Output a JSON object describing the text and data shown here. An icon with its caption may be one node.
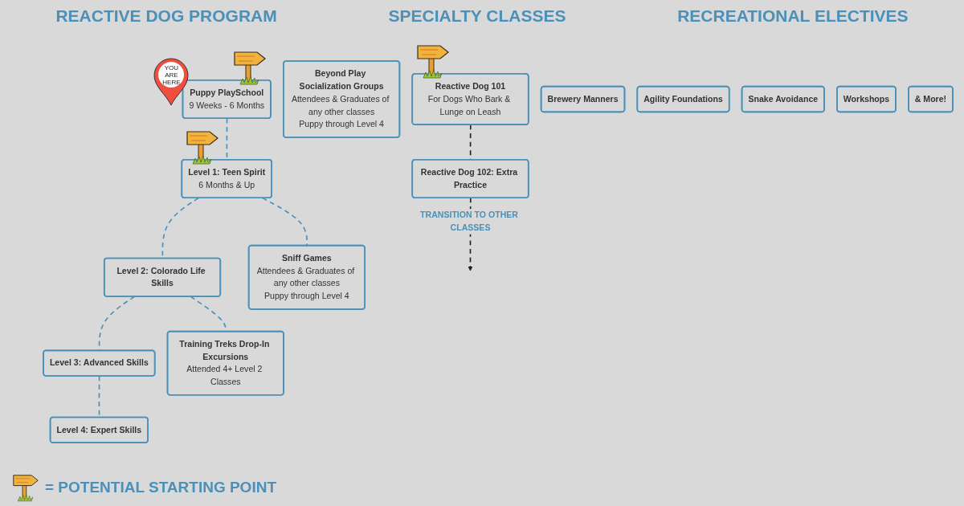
{
  "diagram": {
    "nodes": [
      {
        "text": [
          "Puppy PlaySchool",
          "9 Weeks - 6 Months"
        ],
        "beside": [
          "YOU ARE HERE"
        ]
      },
      {
        "text": [
          "Level 1: Teen Spirit",
          "6 Months & Up"
        ]
      },
      {
        "text": [
          "Level 2: Colorado Life Skills"
        ]
      },
      {
        "text": [
          "Level 3: Advanced Skills"
        ]
      },
      {
        "text": [
          "Level 4: Expert Skills"
        ]
      },
      {
        "text": [
          "Sniff Games",
          "Attendees & Graduates of any other classes",
          "Puppy through Level 4"
        ]
      },
      {
        "text": [
          "Beyond Play Socialization Groups",
          "Attendees & Graduates of any other classes",
          "Puppy through Level 4"
        ]
      },
      {
        "text": [
          "Training Treks Drop-In Excursions",
          "Attended 4+ Level 2 Classes"
        ]
      },
      {
        "text": [
          "Reactive Dog 101",
          "For Dogs Who Bark & Lunge on Leash"
        ]
      },
      {
        "text": [
          "Reactive Dog 102: Extra Practice"
        ]
      },
      {
        "text": [
          "Brewery Manners"
        ]
      },
      {
        "text": [
          "Agility Foundations"
        ]
      },
      {
        "text": [
          "Snake Avoidance"
        ]
      },
      {
        "text": [
          "Workshops"
        ]
      },
      {
        "text": [
          "& More!"
        ]
      }
    ],
    "edges": [
      {
        "from": 0,
        "to": 1,
        "arrow": "none",
        "style": "dashed"
      },
      {
        "from": 1,
        "to": 2,
        "arrow": "none",
        "style": "dashed"
      },
      {
        "from": 2,
        "to": 3,
        "arrow": "none",
        "style": "dashed"
      },
      {
        "from": 3,
        "to": 4,
        "arrow": "none",
        "style": "dashed"
      },
      {
        "from": 1,
        "to": 5,
        "arrow": "none",
        "style": "dashed"
      },
      {
        "from": 2,
        "to": 7,
        "arrow": "none",
        "style": "dashed"
      },
      {
        "from": 8,
        "to": 9,
        "arrow": "none",
        "style": "dashed",
        "color": "#222222"
      },
      {
        "from": 9,
        "to": null,
        "arrow": "to",
        "style": "dashed",
        "color": "#222222",
        "label": "TRANSITION TO OTHER CLASSES"
      }
    ],
    "labels": [
      "REACTIVE DOG PROGRAM",
      "SPECIALTY CLASSES",
      "RECREATIONAL ELECTIVES"
    ],
    "legend": [
      {
        "text": "= POTENTIAL STARTING POINT"
      }
    ]
  }
}
